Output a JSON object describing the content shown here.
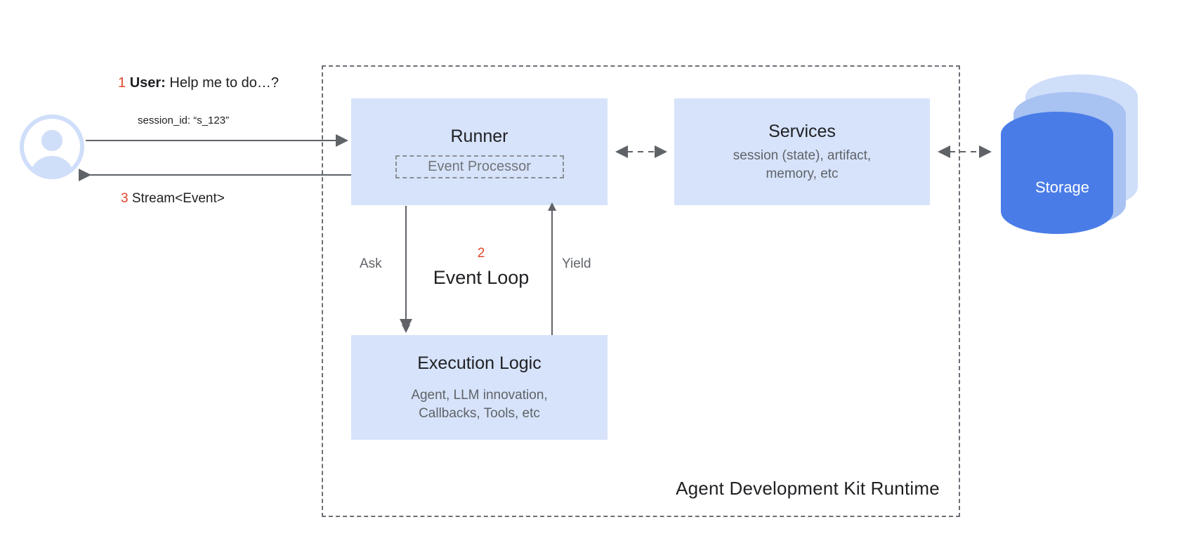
{
  "diagram": {
    "title": "Agent Development Kit Runtime",
    "colors": {
      "box_fill": "#d7e3fa",
      "storage_primary": "#4a7ce8",
      "storage_mid": "#a8c2f2",
      "storage_back": "#cfdef9",
      "accent_number": "#e2452a",
      "text_primary": "#202124",
      "text_secondary": "#5f6368",
      "stroke": "#5f6368",
      "dashed_border": "#6b6f76",
      "avatar": "#cfdef9"
    }
  },
  "user": {
    "avatar_icon": "person-avatar-icon",
    "request": {
      "step": "1",
      "speaker": "User:",
      "text": " Help me to do…?",
      "meta": "session_id: “s_123”"
    },
    "response": {
      "step": "3",
      "text": "Stream<Event>"
    }
  },
  "runner": {
    "title": "Runner",
    "event_processor": "Event Processor"
  },
  "services": {
    "title": "Services",
    "subtitle_line1": "session (state), artifact,",
    "subtitle_line2": "memory, etc"
  },
  "execution_logic": {
    "title": "Execution Logic",
    "subtitle_line1": "Agent, LLM innovation,",
    "subtitle_line2": "Callbacks, Tools, etc"
  },
  "event_loop": {
    "step": "2",
    "title": "Event Loop",
    "ask_label": "Ask",
    "yield_label": "Yield"
  },
  "storage": {
    "label": "Storage",
    "icon": "database-cylinder-stack-icon"
  }
}
